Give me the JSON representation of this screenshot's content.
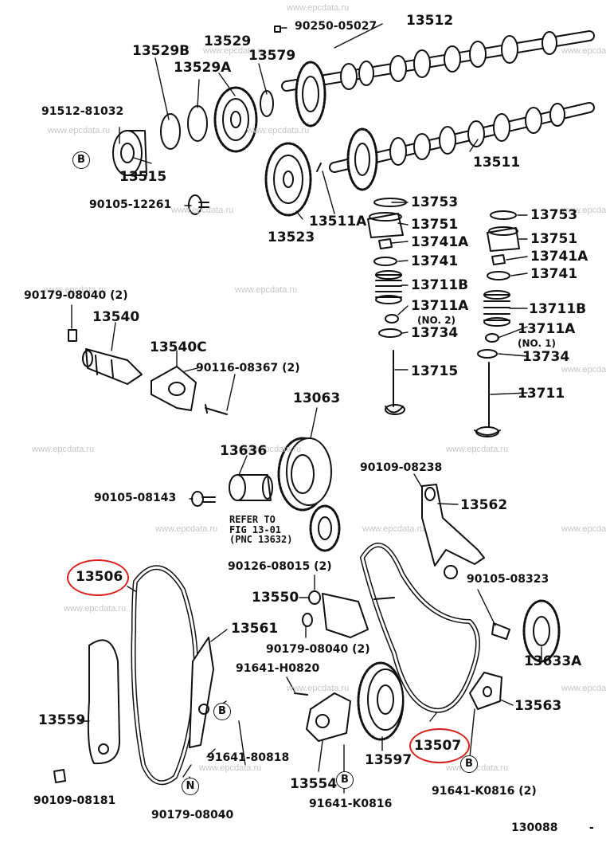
{
  "diagram": {
    "figure_number": "130088",
    "figure_suffix": "-",
    "watermark": "www.epcdata.ru",
    "highlight_color": "#d9201f",
    "refer_note": {
      "line1": "REFER TO",
      "line2": "FIG 13-01",
      "line3": "(PNC 13632)"
    },
    "markers": {
      "b": "B",
      "n": "N"
    },
    "callouts": {
      "c13512": "13512",
      "c90250": "90250-05027",
      "c13529": "13529",
      "c13529b": "13529B",
      "c13529a": "13529A",
      "c13579": "13579",
      "c91512": "91512-81032",
      "c13515": "13515",
      "c13511": "13511",
      "c90105_12261": "90105-12261",
      "c13523": "13523",
      "c13511a": "13511A",
      "l13753": "13753",
      "l13751": "13751",
      "l13741a": "13741A",
      "l13741": "13741",
      "l13711b": "13711B",
      "l13711a": "13711A",
      "l_no2": "(NO. 2)",
      "l13734": "13734",
      "l13715": "13715",
      "r13753": "13753",
      "r13751": "13751",
      "r13741a": "13741A",
      "r13741": "13741",
      "r13711b": "13711B",
      "r13711a": "13711A",
      "r_no1": "(NO. 1)",
      "r13734": "13734",
      "r13711": "13711",
      "c90179_a": "90179-08040 (2)",
      "c13540": "13540",
      "c13540c": "13540C",
      "c90116": "90116-08367 (2)",
      "c13063": "13063",
      "c13636": "13636",
      "c90105_08143": "90105-08143",
      "c90109_08238": "90109-08238",
      "c13562": "13562",
      "c13506": "13506",
      "c90126": "90126-08015 (2)",
      "c13550": "13550",
      "c13561": "13561",
      "c90179_b": "90179-08040 (2)",
      "c91641_h": "91641-H0820",
      "c13559": "13559",
      "c91641_8": "91641-80818",
      "c90109_08181": "90109-08181",
      "c90179_c": "90179-08040",
      "c13554": "13554",
      "c91641_k": "91641-K0816",
      "c13597": "13597",
      "c13507": "13507",
      "c90105_08323": "90105-08323",
      "c13633a": "13633A",
      "c13563": "13563",
      "c91641_k2": "91641-K0816 (2)"
    }
  }
}
